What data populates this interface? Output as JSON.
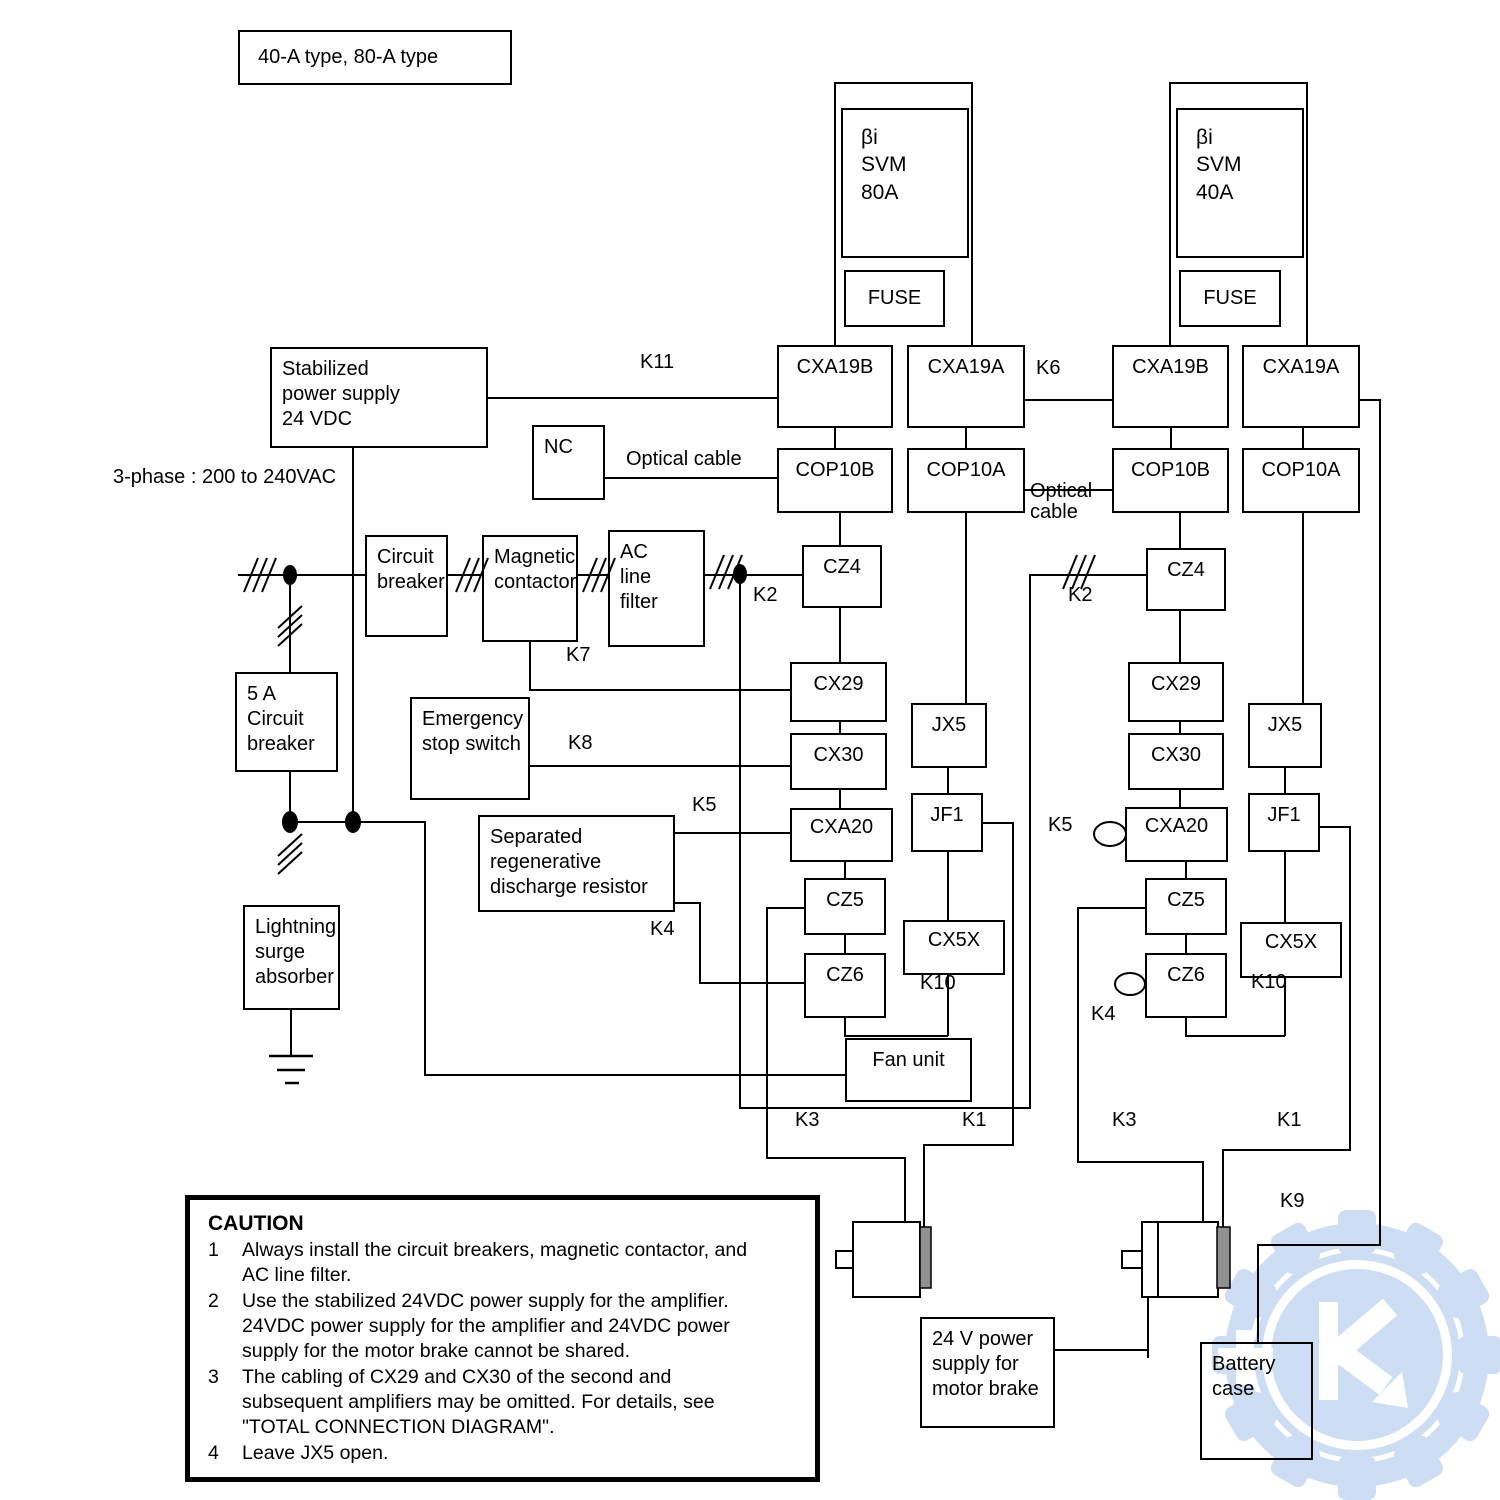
{
  "title": "40-A type, 80-A type",
  "colors": {
    "line": "#000000",
    "watermark_blue": "#cdddf4",
    "motor_connector_gray": "#909090"
  },
  "supply": {
    "stabilized": "Stabilized\npower supply\n24 VDC",
    "three_phase": "3-phase : 200 to 240VAC",
    "nc": "NC",
    "optical_cable": "Optical cable",
    "optical_cable_2": "Optical\ncable",
    "circuit_breaker": "Circuit\nbreaker",
    "magnetic_contactor": "Magnetic\ncontactor",
    "ac_line_filter": "AC\nline\nfilter",
    "breaker_5a": "5 A\nCircuit\nbreaker",
    "emergency_stop": "Emergency\nstop switch",
    "regen_resistor": "Separated\nregenerative\ndischarge resistor",
    "lightning_surge": "Lightning\nsurge\nabsorber"
  },
  "amp1": {
    "model": "βi\nSVM\n80A",
    "fuse": "FUSE",
    "cxa19b": "CXA19B",
    "cxa19a": "CXA19A",
    "cop10b": "COP10B",
    "cop10a": "COP10A",
    "cz4": "CZ4",
    "cx29": "CX29",
    "cx30": "CX30",
    "cxa20": "CXA20",
    "cz5": "CZ5",
    "cz6": "CZ6",
    "jx5": "JX5",
    "jf1": "JF1",
    "cx5x": "CX5X",
    "fan_unit": "Fan unit"
  },
  "amp2": {
    "model": "βi\nSVM\n40A",
    "fuse": "FUSE",
    "cxa19b": "CXA19B",
    "cxa19a": "CXA19A",
    "cop10b": "COP10B",
    "cop10a": "COP10A",
    "cz4": "CZ4",
    "cx29": "CX29",
    "cx30": "CX30",
    "cxa20": "CXA20",
    "cz5": "CZ5",
    "cz6": "CZ6",
    "jx5": "JX5",
    "jf1": "JF1",
    "cx5x": "CX5X"
  },
  "bottom": {
    "brake_supply": "24 V power\nsupply for\nmotor brake",
    "battery_case": "Battery\ncase"
  },
  "wires": {
    "k1": "K1",
    "k2": "K2",
    "k3": "K3",
    "k4": "K4",
    "k5": "K5",
    "k6": "K6",
    "k7": "K7",
    "k8": "K8",
    "k9": "K9",
    "k10": "K10",
    "k11": "K11"
  },
  "caution": {
    "title": "CAUTION",
    "items": [
      "Always install the circuit breakers, magnetic contactor, and\nAC line filter.",
      "Use the stabilized 24VDC power supply for the amplifier.\n24VDC power supply for the amplifier and 24VDC power\nsupply for the motor brake cannot be shared.",
      "The cabling of CX29 and CX30 of the second and\nsubsequent amplifiers may be omitted.   For details, see\n\"TOTAL CONNECTION DIAGRAM\".",
      "Leave JX5 open."
    ],
    "numbers": [
      "1",
      "2",
      "3",
      "4"
    ]
  }
}
